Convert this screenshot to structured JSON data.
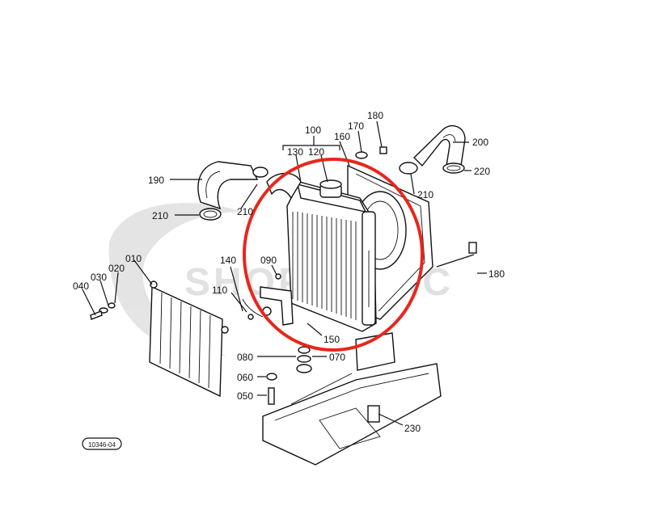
{
  "diagram": {
    "watermark_text": "SHOPATRAC",
    "drawing_id": "10346-04",
    "highlight_color": "#e8261c",
    "labels": {
      "l100": "100",
      "l170": "170",
      "l180a": "180",
      "l200": "200",
      "l130": "130",
      "l120": "120",
      "l160": "160",
      "l220": "220",
      "l190": "190",
      "l210a": "210",
      "l210b": "210",
      "l210c": "210",
      "l180b": "180",
      "l140": "140",
      "l090": "090",
      "l010": "010",
      "l020": "020",
      "l030": "030",
      "l040": "040",
      "l110": "110",
      "l150": "150",
      "l080": "080",
      "l070": "070",
      "l060": "060",
      "l050": "050",
      "l230": "230"
    }
  }
}
